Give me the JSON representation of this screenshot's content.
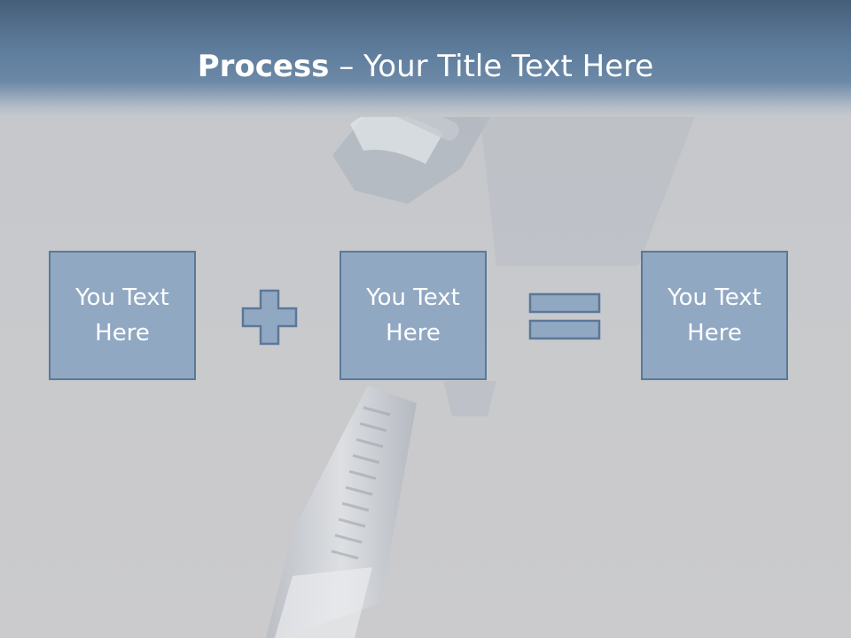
{
  "title": {
    "bold": "Process",
    "rest": " – Your Title Text Here"
  },
  "boxes": [
    {
      "text": "You Text Here"
    },
    {
      "text": "You Text Here"
    },
    {
      "text": "You Text Here"
    }
  ],
  "icons": {
    "plus": "plus-icon",
    "equals": "equals-icon"
  },
  "colors": {
    "box_fill": "#91a8c2",
    "box_border": "#5c7898",
    "title_band": "#5a7897"
  }
}
